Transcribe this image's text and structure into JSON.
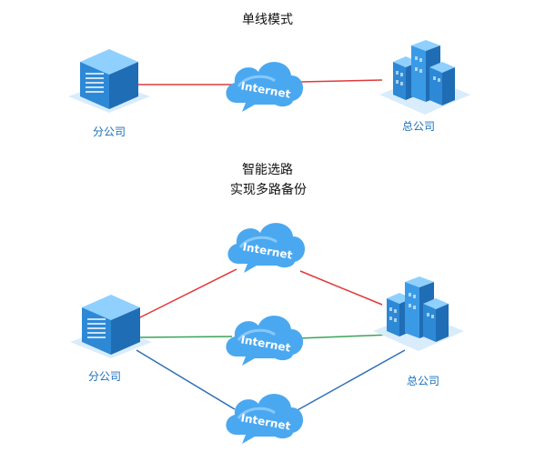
{
  "top": {
    "title": "单线模式",
    "branch_label": "分公司",
    "hq_label": "总公司",
    "cloud_text": "Internet"
  },
  "bottom": {
    "title_line1": "智能选路",
    "title_line2": "实现多路备份",
    "branch_label": "分公司",
    "hq_label": "总公司",
    "cloud_texts": [
      "Internet",
      "Internet",
      "Internet"
    ]
  },
  "colors": {
    "red_link": "#e03a3a",
    "green_link": "#3aa35a",
    "blue_link": "#2f6fb5",
    "cloud_fill": "#4aa8f0",
    "building_fill": "#3b8fd9"
  },
  "icons": [
    "office-building-icon",
    "city-buildings-icon",
    "cloud-icon"
  ]
}
